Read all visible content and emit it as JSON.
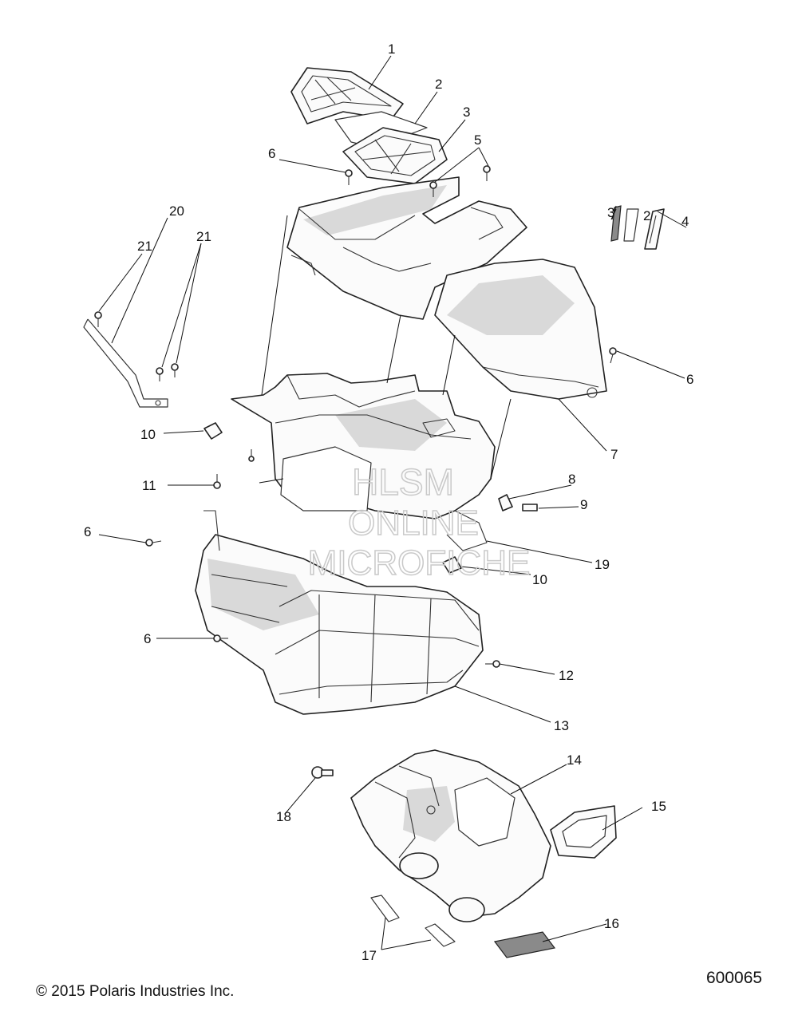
{
  "callouts": [
    {
      "id": "c1",
      "label": "1"
    },
    {
      "id": "c2",
      "label": "2"
    },
    {
      "id": "c3",
      "label": "3"
    },
    {
      "id": "c5",
      "label": "5"
    },
    {
      "id": "c6a",
      "label": "6"
    },
    {
      "id": "c3b",
      "label": "3"
    },
    {
      "id": "c2b",
      "label": "2"
    },
    {
      "id": "c4",
      "label": "4"
    },
    {
      "id": "c21a",
      "label": "21"
    },
    {
      "id": "c20",
      "label": "20"
    },
    {
      "id": "c21b",
      "label": "21"
    },
    {
      "id": "c6b",
      "label": "6"
    },
    {
      "id": "c10a",
      "label": "10"
    },
    {
      "id": "c7",
      "label": "7"
    },
    {
      "id": "c8",
      "label": "8"
    },
    {
      "id": "c11",
      "label": "11"
    },
    {
      "id": "c9",
      "label": "9"
    },
    {
      "id": "c6c",
      "label": "6"
    },
    {
      "id": "c19",
      "label": "19"
    },
    {
      "id": "c10b",
      "label": "10"
    },
    {
      "id": "c6d",
      "label": "6"
    },
    {
      "id": "c12",
      "label": "12"
    },
    {
      "id": "c13",
      "label": "13"
    },
    {
      "id": "c14",
      "label": "14"
    },
    {
      "id": "c18",
      "label": "18"
    },
    {
      "id": "c15",
      "label": "15"
    },
    {
      "id": "c16",
      "label": "16"
    },
    {
      "id": "c17",
      "label": "17"
    }
  ],
  "watermark": {
    "line1": "HLSM",
    "line2": "ONLINE",
    "line3": "MICROFICHE"
  },
  "footer": {
    "copyright": "© 2015 Polaris Industries Inc.",
    "diagram_number": "600065"
  }
}
